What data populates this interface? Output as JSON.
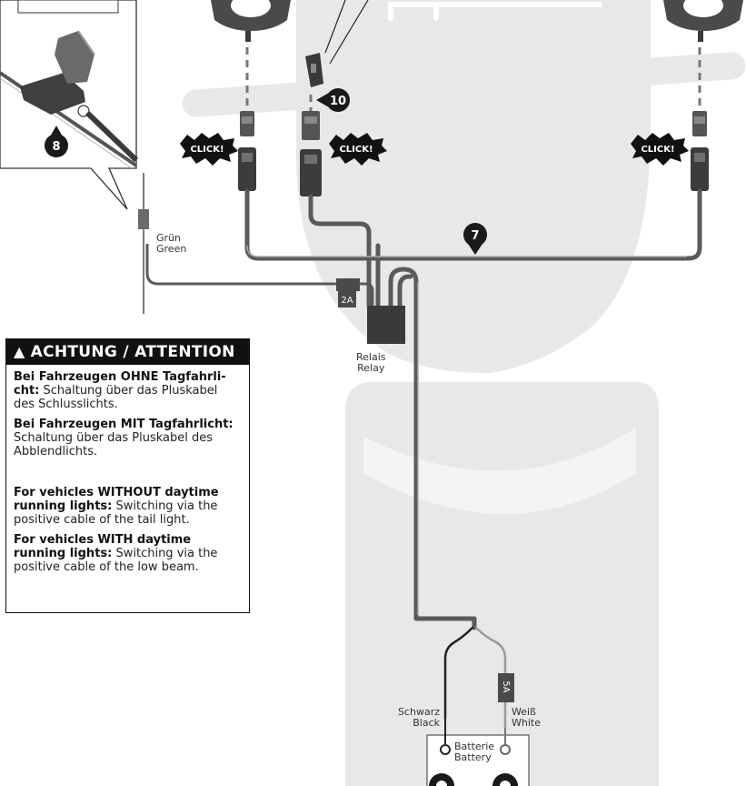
{
  "click_label": "CLICK!",
  "step_numbers": {
    "seven": "7",
    "eight": "8",
    "ten": "10"
  },
  "fuses": {
    "signal": "2A",
    "battery": "5A"
  },
  "labels": {
    "green_de": "Grün",
    "green_en": "Green",
    "relay_de": "Relais",
    "relay_en": "Relay",
    "black_de": "Schwarz",
    "black_en": "Black",
    "white_de": "Weiß",
    "white_en": "White",
    "battery_de": "Batterie",
    "battery_en": "Battery"
  },
  "attention": {
    "title": "ACHTUNG / ATTENTION",
    "p1_bold": "Bei Fahrzeugen OHNE Tagfahrli-cht:",
    "p1_text": " Schaltung über das Pluskabel des Schlusslichts.",
    "p2_bold": "Bei Fahrzeugen MIT Tagfahrlicht:",
    "p2_text": " Schaltung über das Pluskabel des Abblendlichts.",
    "p3_bold": "For vehicles WITHOUT daytime running lights:",
    "p3_text": " Switching via the positive cable of the tail light.",
    "p4_bold": "For vehicles WITH daytime running lights:",
    "p4_text": " Switching via the positive cable of the low beam."
  },
  "colors": {
    "bike_silhouette": "#e8e8e8",
    "cable": "#5a5a5a",
    "cable_light": "#a9a9a9",
    "dark": "#1a1a1a"
  }
}
